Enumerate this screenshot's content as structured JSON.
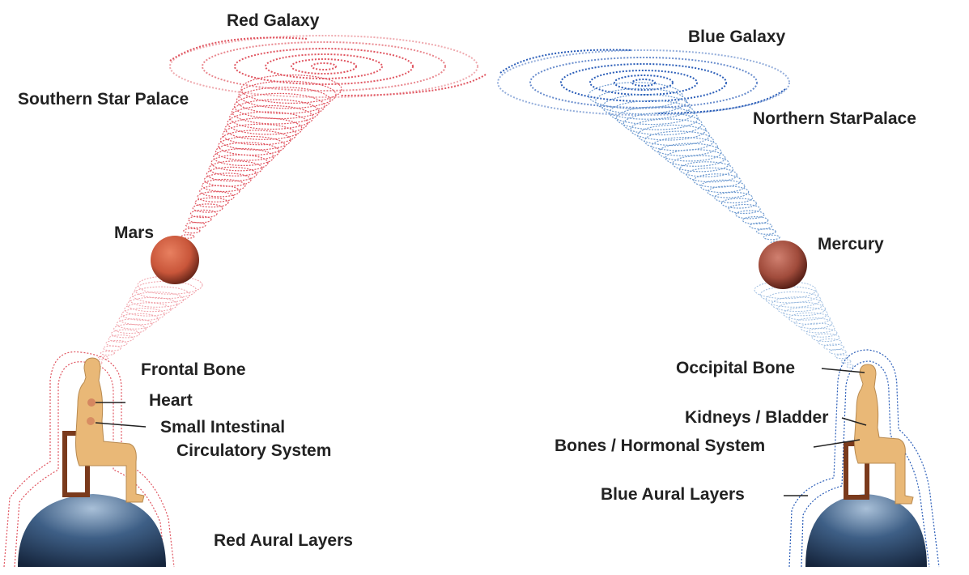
{
  "labels": {
    "red_galaxy": "Red Galaxy",
    "blue_galaxy": "Blue Galaxy",
    "southern_star_palace": "Southern Star Palace",
    "northern_star_palace": "Northern StarPalace",
    "mars": "Mars",
    "mercury": "Mercury",
    "frontal_bone": "Frontal Bone",
    "heart": "Heart",
    "small_intestinal": "Small Intestinal",
    "circulatory_system": "Circulatory System",
    "red_aural_layers": "Red Aural Layers",
    "occipital_bone": "Occipital Bone",
    "kidneys_bladder": "Kidneys / Bladder",
    "bones_hormonal_system": "Bones / Hormonal System",
    "blue_aural_layers": "Blue Aural Layers"
  },
  "colors": {
    "red": "#e05560",
    "blue": "#2a5db8",
    "light_red": "#f0a0a8",
    "light_blue": "#9ebde0",
    "skin": "#e9b877",
    "chair": "#7a3a1c",
    "mars": "#c9563a",
    "mercury": "#a04b3b",
    "earth": "#3e5f86",
    "text": "#222222"
  }
}
